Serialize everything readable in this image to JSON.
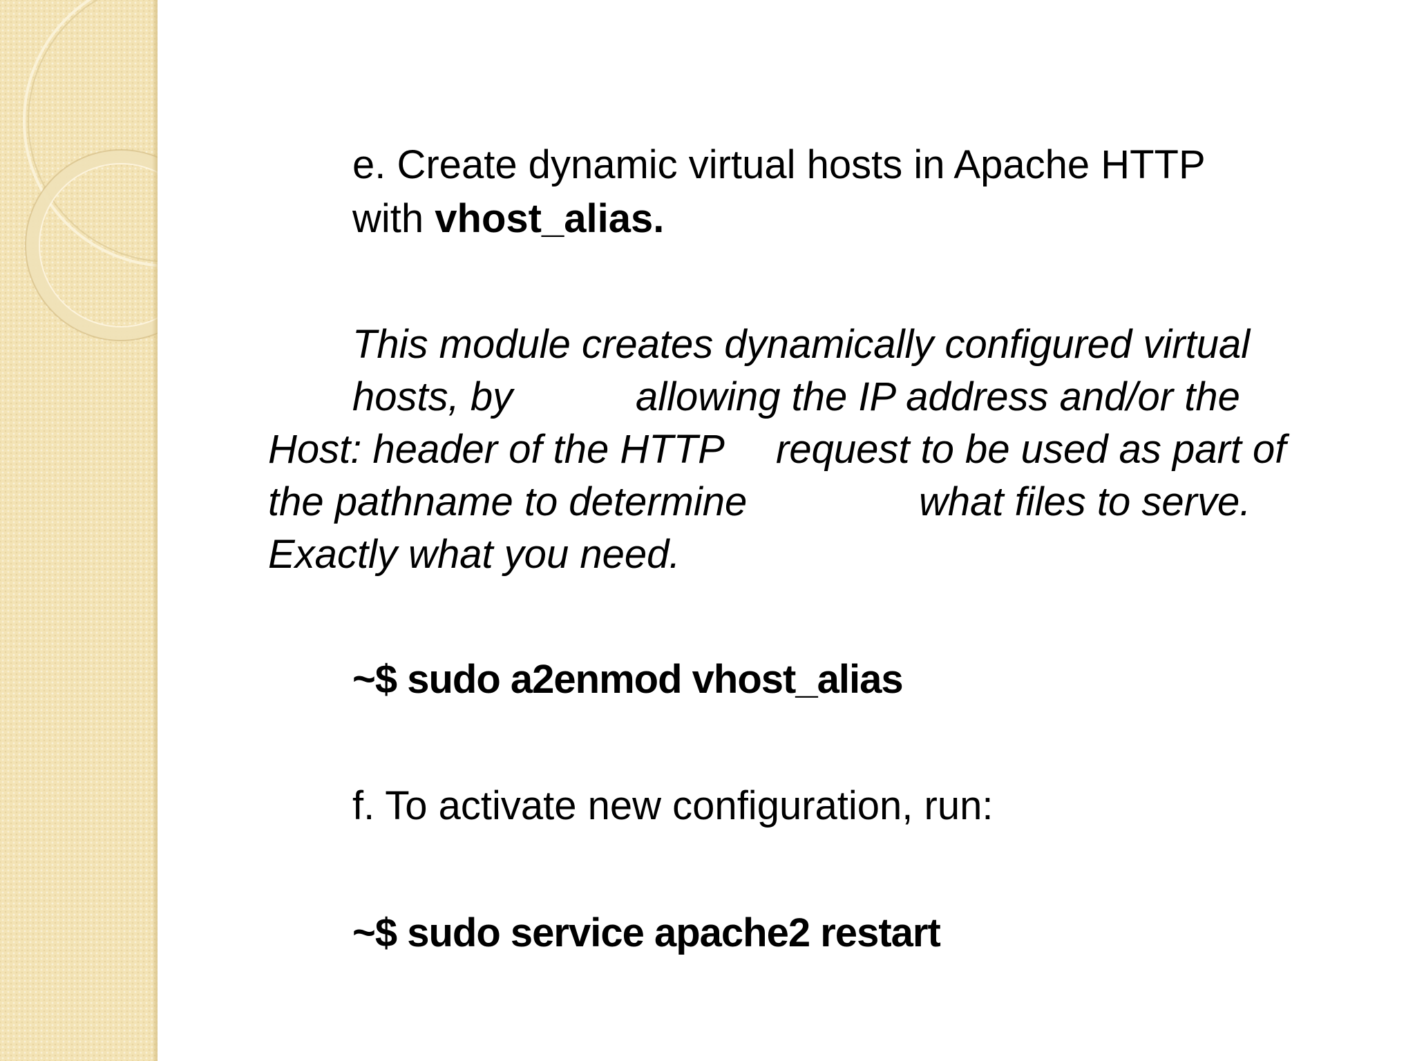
{
  "slide": {
    "item_e": {
      "line1": "e. Create dynamic virtual hosts in Apache HTTP",
      "line2_prefix": "with ",
      "line2_bold": "vhost_alias."
    },
    "description": {
      "line1": "This module creates dynamically configured virtual",
      "line2a": "hosts, by",
      "line2b": "allowing the IP address and/or the",
      "line3a": "Host: header of the HTTP",
      "line3b": "request to be used as part of",
      "line4a": "the pathname to determine",
      "line4b": "what files to serve.",
      "line5": "Exactly what you need."
    },
    "command1": "~$ sudo a2enmod vhost_alias",
    "item_f": "f. To activate new configuration, run:",
    "command2": "~$ sudo service apache2 restart"
  },
  "colors": {
    "panel": "#f3e3b5",
    "text": "#000000",
    "background": "#ffffff"
  }
}
